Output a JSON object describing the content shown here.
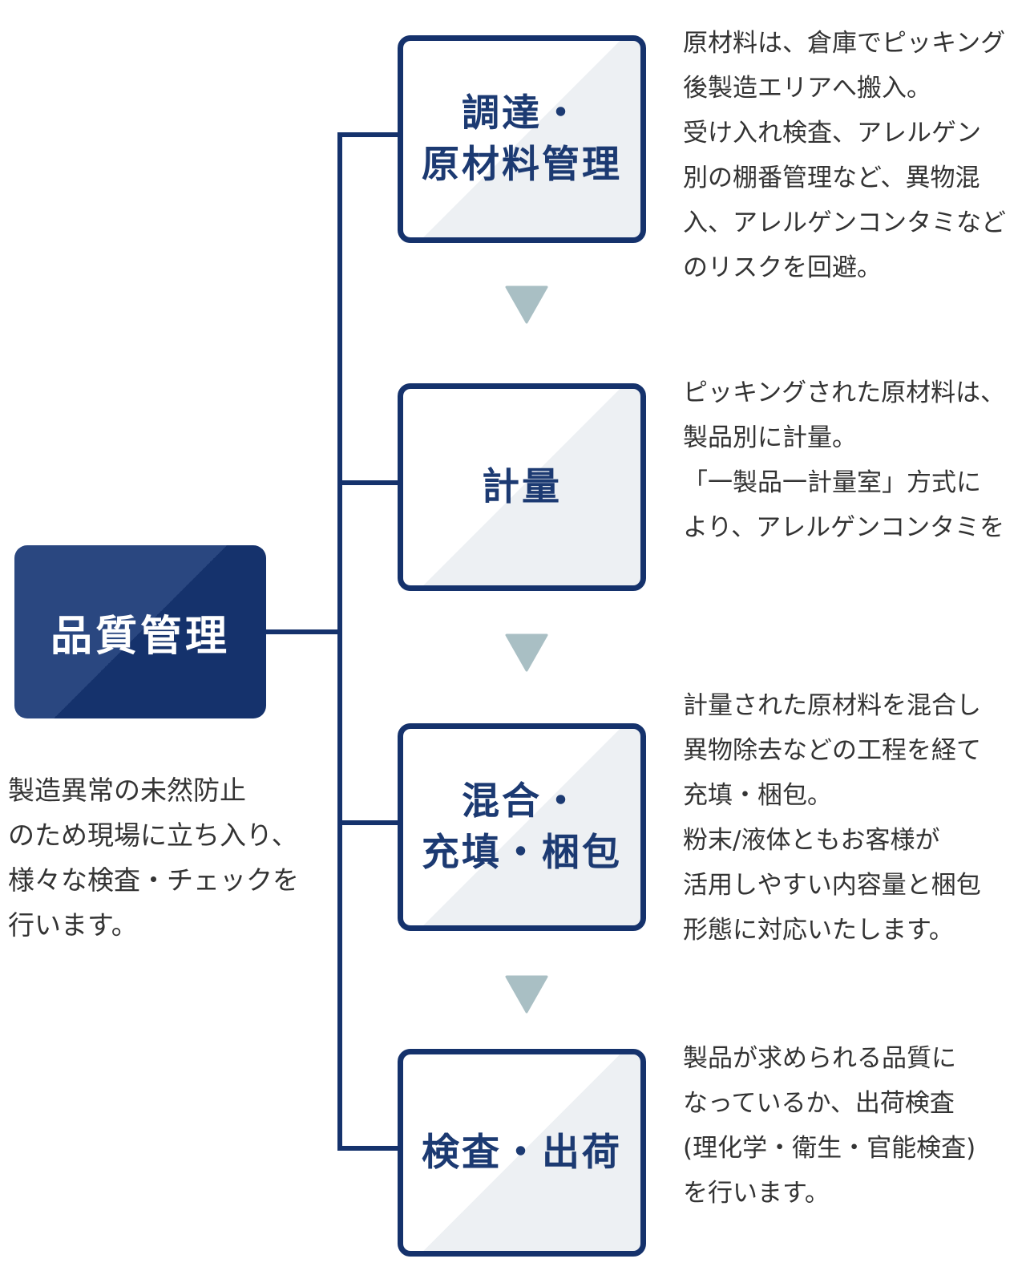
{
  "main": {
    "title": "品質管理",
    "description_lines": [
      "製造異常の未然防止",
      "のため現場に立ち入り、",
      "様々な検査・チェックを",
      "行います。"
    ]
  },
  "steps": [
    {
      "title_lines": [
        "調達・",
        "原材料管理"
      ],
      "description_lines": [
        "原材料は、倉庫でピッキング",
        "後製造エリアへ搬入。",
        "受け入れ検査、アレルゲン",
        "別の棚番管理など、異物混",
        "入、アレルゲンコンタミなど",
        "のリスクを回避。"
      ]
    },
    {
      "title_lines": [
        "計量"
      ],
      "description_lines": [
        "ピッキングされた原材料は、",
        "製品別に計量。",
        "「一製品一計量室」方式に",
        "より、アレルゲンコンタミを"
      ]
    },
    {
      "title_lines": [
        "混合・",
        "充填・梱包"
      ],
      "description_lines": [
        "計量された原材料を混合し",
        "異物除去などの工程を経て",
        "充填・梱包。",
        "粉末/液体ともお客様が",
        "活用しやすい内容量と梱包",
        "形態に対応いたします。"
      ]
    },
    {
      "title_lines": [
        "検査・出荷"
      ],
      "description_lines": [
        "製品が求められる品質に",
        "なっているか、出荷検査",
        "(理化学・衛生・官能検査)",
        "を行います。"
      ]
    }
  ],
  "colors": {
    "navy": "#15326c",
    "connector": "#15326c",
    "arrow": "#a9bfc4",
    "step_title": "#1c3a72"
  },
  "icons": {
    "flow_arrow": "down-triangle-arrow-icon"
  }
}
